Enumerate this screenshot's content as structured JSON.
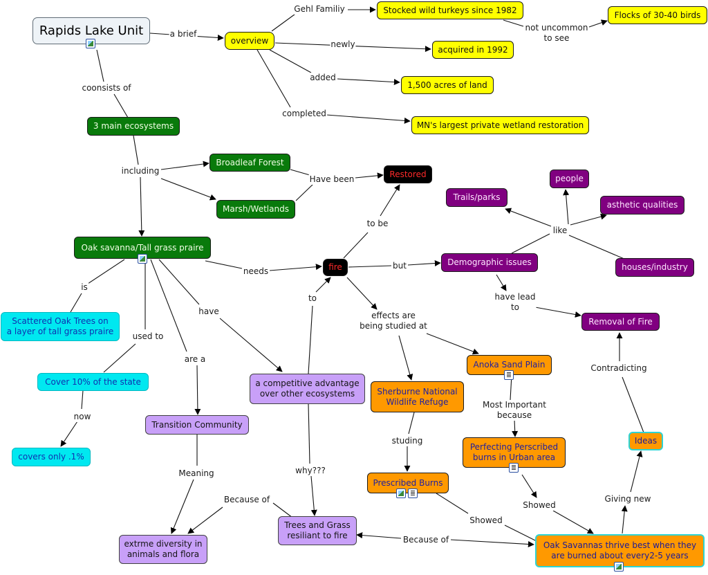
{
  "nodes": {
    "rapids_lake_unit": "Rapids Lake Unit",
    "overview": "overview",
    "stocked_turkeys": "Stocked wild turkeys since 1982",
    "flocks": "Flocks of 30-40 birds",
    "acquired": "acquired in 1992",
    "acres": "1,500 acres of land",
    "mn_largest": "MN's largest private wetland restoration",
    "three_ecosystems": "3 main ecosystems",
    "broadleaf_forest": "Broadleaf Forest",
    "marsh_wetlands": "Marsh/Wetlands",
    "restored": "Restored",
    "oak_savanna": "Oak savanna/Tall grass praire",
    "fire": "fire",
    "demographic_issues": "Demographic issues",
    "people": "people",
    "trails_parks": "Trails/parks",
    "asthetic": "asthetic qualities",
    "houses_industry": "houses/industry",
    "removal_of_fire": "Removal of Fire",
    "scattered_oak": "Scattered Oak Trees on\na layer of tall grass praire",
    "cover_10": "Cover 10% of the state",
    "covers_1": "covers only .1%",
    "competitive_adv": "a competitive advantage\nover other ecosystems",
    "transition_community": "Transition Community",
    "extreme_diversity": "extrme diversity in\nanimals and flora",
    "trees_grass": "Trees and Grass\nresiliant to fire",
    "sherburne": "Sherburne National\nWildlife Refuge",
    "anoka": "Anoka Sand Plain",
    "prescribed_burns": "Prescribed Burns",
    "perfecting": "Perfecting Perscribed\nburns in Urban area",
    "ideas": "Ideas",
    "oak_thrive": "Oak Savannas thrive best when they\nare burned about every2-5 years"
  },
  "links": {
    "a_brief": "a brief",
    "gehl_family": "Gehl Familiy",
    "not_uncommon": "not uncommon\nto see",
    "newly": "newly",
    "added": "added",
    "completed": "completed",
    "consists_of": "coonsists of",
    "including": "including",
    "have_been": "Have been",
    "to_be": "to be",
    "needs": "needs",
    "but": "but",
    "like": "like",
    "have_lead_to": "have lead\nto",
    "is": "is",
    "used_to": "used to",
    "now": "now",
    "have": "have",
    "are_a": "are a",
    "to": "to",
    "effects": "effects are\nbeing studied at",
    "meaning": "Meaning",
    "because_of_1": "Because of",
    "why": "why???",
    "most_important": "Most Important\nbecause",
    "studing": "studing",
    "contradicting": "Contradicting",
    "showed_1": "Showed",
    "showed_2": "Showed",
    "because_of_2": "Because of",
    "giving_new": "Giving new"
  },
  "icons": {
    "image_attachment": "image-attachment-icon",
    "document_attachment": "document-attachment-icon"
  },
  "colors": {
    "yellow": "#ffff00",
    "dark_green": "#097a0b",
    "black": "#000000",
    "purple": "#800080",
    "cyan": "#00e8f0",
    "lavender": "#c8a0f8",
    "orange": "#ff9900"
  }
}
